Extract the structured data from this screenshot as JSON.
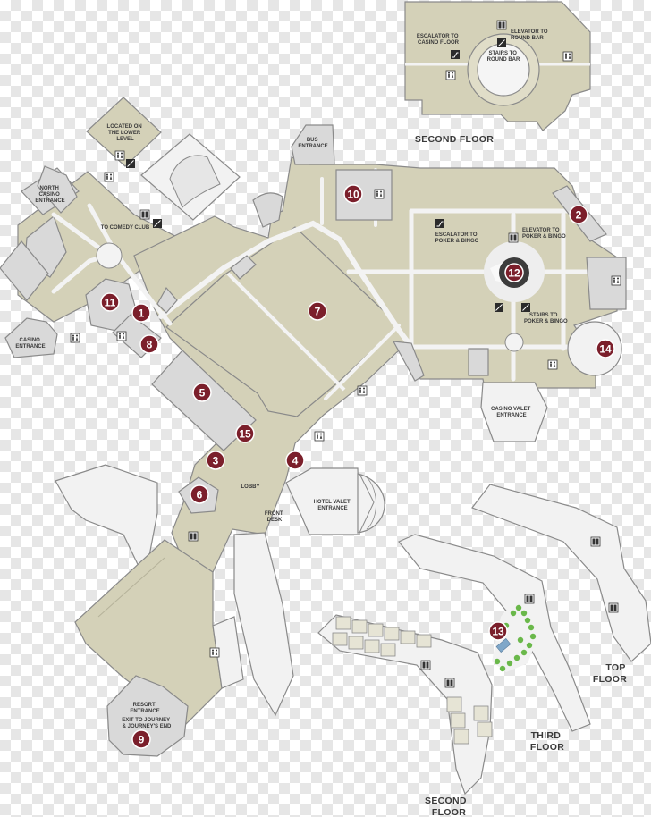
{
  "colors": {
    "tan": "#d4d1b8",
    "light_gray": "#d9d9d9",
    "white_wing": "#f2f2f2",
    "marker": "#7b1f2b",
    "outline": "#8a8a8a",
    "tree": "#6ab84a",
    "pool": "#7fa7c9"
  },
  "floors": {
    "second_floor_top": "SECOND FLOOR",
    "top_floor_line1": "TOP",
    "top_floor_line2": "FLOOR",
    "third_floor_line1": "THIRD",
    "third_floor_line2": "FLOOR",
    "second_floor_bottom_line1": "SECOND",
    "second_floor_bottom_line2": "FLOOR"
  },
  "labels": {
    "escalator_casino": [
      "ESCALATOR TO",
      "CASINO FLOOR"
    ],
    "elevator_round_bar": [
      "ELEVATOR TO",
      "ROUND BAR"
    ],
    "stairs_round_bar": [
      "STAIRS TO",
      "ROUND BAR"
    ],
    "located_lower": [
      "LOCATED ON",
      "THE LOWER",
      "LEVEL"
    ],
    "bus_entrance": [
      "BUS",
      "ENTRANCE"
    ],
    "north_casino": [
      "NORTH",
      "CASINO",
      "ENTRANCE"
    ],
    "comedy_club": "TO COMEDY CLUB",
    "escalator_poker": [
      "ESCALATOR TO",
      "POKER & BINGO"
    ],
    "elevator_poker": [
      "ELEVATOR TO",
      "POKER & BINGO"
    ],
    "stairs_poker": [
      "STAIRS TO",
      "POKER & BINGO"
    ],
    "casino_entrance": [
      "CASINO",
      "ENTRANCE"
    ],
    "casino_valet": [
      "CASINO VALET",
      "ENTRANCE"
    ],
    "lobby": "LOBBY",
    "front_desk": [
      "FRONT",
      "DESK"
    ],
    "hotel_valet": [
      "HOTEL VALET",
      "ENTRANCE"
    ],
    "resort_entrance": [
      "RESORT",
      "ENTRANCE"
    ],
    "exit_journey": [
      "EXIT TO JOURNEY",
      "& JOURNEY'S END"
    ]
  },
  "markers": [
    "1",
    "2",
    "3",
    "4",
    "5",
    "6",
    "7",
    "8",
    "9",
    "10",
    "11",
    "12",
    "13",
    "14",
    "15"
  ],
  "icons": {
    "restroom": "restroom-icon",
    "elevator": "elevator-icon",
    "escalator": "escalator-icon",
    "stairs": "stairs-icon"
  }
}
